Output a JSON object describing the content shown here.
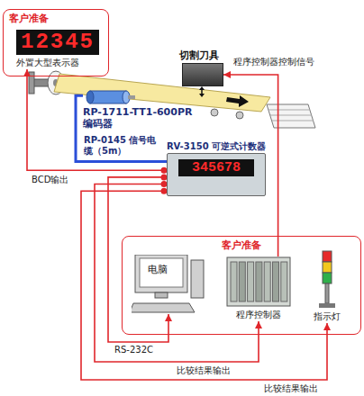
{
  "diagram": {
    "nodes": [
      {
        "text": [
          "客户准备"
        ]
      },
      {
        "text": [
          "12345",
          "外置大型表示器"
        ],
        "in": 0
      },
      {
        "text": [
          "切割刀具"
        ]
      },
      {
        "text": [
          "RP-1711-TT1-600PR 编码器"
        ]
      },
      {
        "text": [
          "RV-3150 可逆式计数器",
          "345678"
        ]
      },
      {
        "text": [
          "客户准备"
        ]
      },
      {
        "text": [
          "电脑"
        ],
        "in": 5
      },
      {
        "text": [
          "程序控制器"
        ],
        "in": 5
      },
      {
        "text": [
          "指示灯"
        ],
        "in": 5
      }
    ],
    "edges": [
      {
        "from": 3,
        "to": 4,
        "label": "RP-0145 信号电缆（5m）",
        "arrow": "none"
      },
      {
        "from": 4,
        "to": 1,
        "label": "BCD输出",
        "arrow": "to"
      },
      {
        "from": 4,
        "to": 6,
        "label": "RS-232C",
        "arrow": "to"
      },
      {
        "from": 4,
        "to": 7,
        "label": "比较结果输出",
        "arrow": "to"
      },
      {
        "from": 4,
        "to": 8,
        "label": "比较结果输出",
        "arrow": "to"
      },
      {
        "from": 7,
        "to": 2,
        "label": "程序控制器控制信号",
        "arrow": "to"
      }
    ]
  }
}
